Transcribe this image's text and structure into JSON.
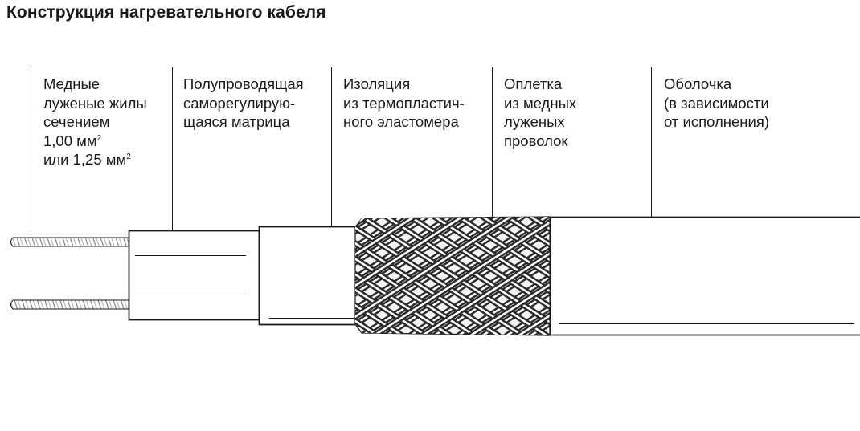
{
  "title": "Конструкция нагревательного кабеля",
  "labels": {
    "conductors": {
      "l1": "Медные",
      "l2": "луженые жилы",
      "l3": "сечением",
      "l4": "1,00 мм",
      "l4_sup": "2",
      "l5": "или 1,25 мм",
      "l5_sup": "2"
    },
    "matrix": {
      "l1": "Полупроводящая",
      "l2": "саморегулирую-",
      "l3": "щаяся матрица"
    },
    "insulation": {
      "l1": "Изоляция",
      "l2": "из термопластич-",
      "l3": "ного эластомера"
    },
    "braid": {
      "l1": "Оплетка",
      "l2": "из медных",
      "l3": "луженых",
      "l4": "проволок"
    },
    "jacket": {
      "l1": "Оболочка",
      "l2": "(в зависимости",
      "l3": "от исполнения)"
    }
  },
  "colors": {
    "stroke": "#1a1a1a",
    "fill": "#ffffff",
    "wire": "#8a8a8a"
  }
}
